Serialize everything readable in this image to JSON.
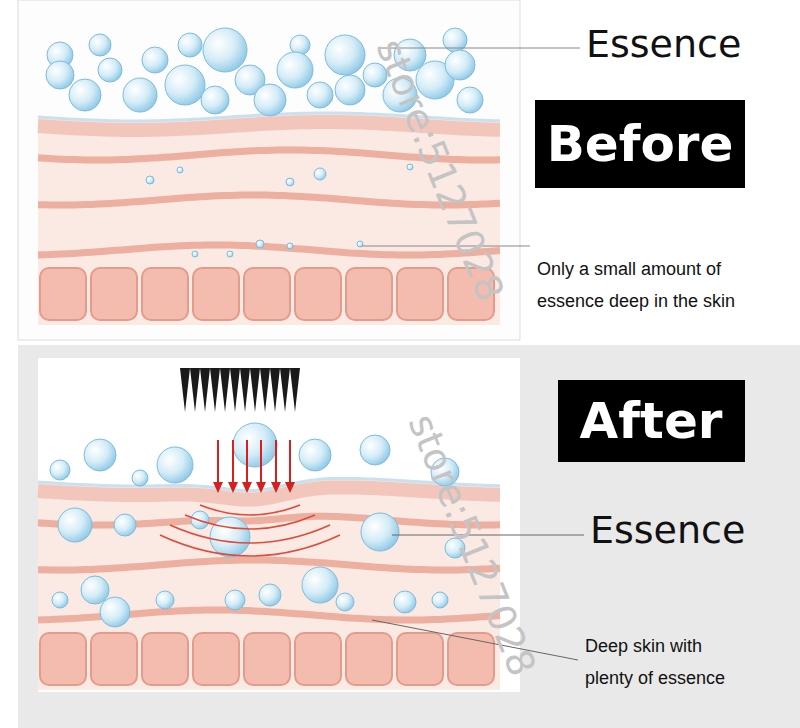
{
  "diagram": {
    "nodes": [
      {
        "text": [
          "Before"
        ]
      },
      {
        "text": [
          "After"
        ]
      }
    ],
    "labels": [
      "Essence",
      "Only a small amount of essence deep in the skin",
      "Essence",
      "Deep skin with plenty of essence",
      "store:5127028",
      "store:5127028"
    ]
  }
}
